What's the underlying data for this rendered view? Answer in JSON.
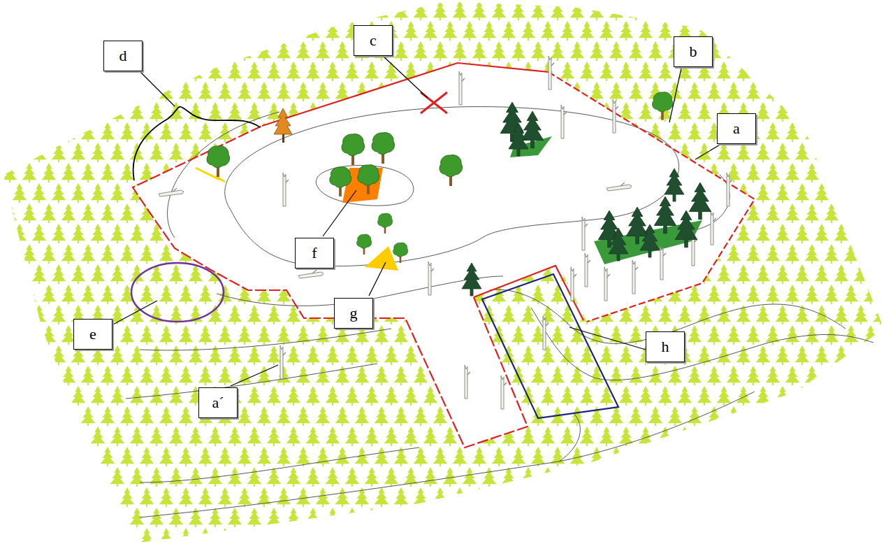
{
  "diagram": {
    "nodes": [
      {
        "text": [
          "c"
        ]
      },
      {
        "text": [
          "d"
        ]
      },
      {
        "text": [
          "b"
        ]
      },
      {
        "text": [
          "a"
        ]
      },
      {
        "text": [
          "f"
        ]
      },
      {
        "text": [
          "g"
        ]
      },
      {
        "text": [
          "e"
        ]
      },
      {
        "text": [
          "h"
        ]
      },
      {
        "text": [
          "a´"
        ]
      }
    ]
  }
}
